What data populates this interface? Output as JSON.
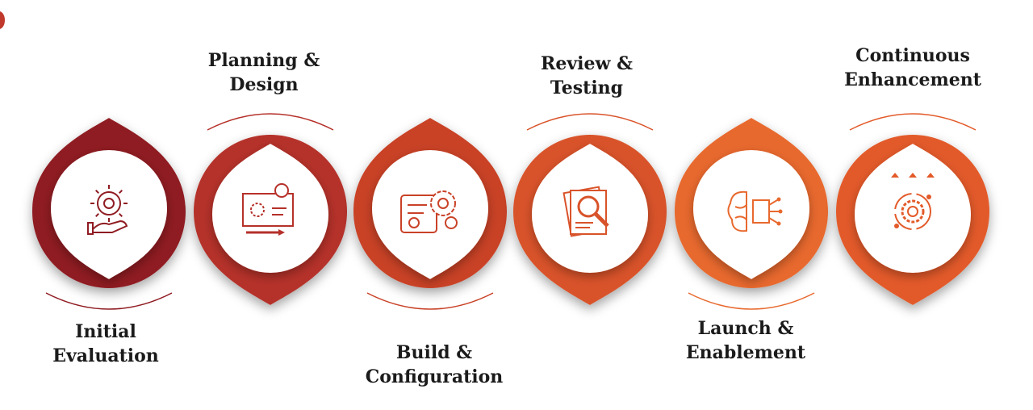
{
  "steps": [
    {
      "line1": "Initial",
      "line2": "Evaluation",
      "color": "#8f1c22",
      "icon": "idea-hand-icon"
    },
    {
      "line1": "Planning &",
      "line2": "Design",
      "color": "#b5312a",
      "icon": "design-board-icon"
    },
    {
      "line1": "Build &",
      "line2": "Configuration",
      "color": "#c94228",
      "icon": "configuration-icon"
    },
    {
      "line1": "Review &",
      "line2": "Testing",
      "color": "#d9532a",
      "icon": "document-search-icon"
    },
    {
      "line1": "Launch &",
      "line2": "Enablement",
      "color": "#e8692e",
      "icon": "brain-chip-icon"
    },
    {
      "line1": "Continuous",
      "line2": "Enhancement",
      "color": "#e35a29",
      "icon": "gear-cycle-icon"
    }
  ],
  "colors": {
    "accent_dot": "#c0392b",
    "label_text": "#1b1b1b"
  }
}
